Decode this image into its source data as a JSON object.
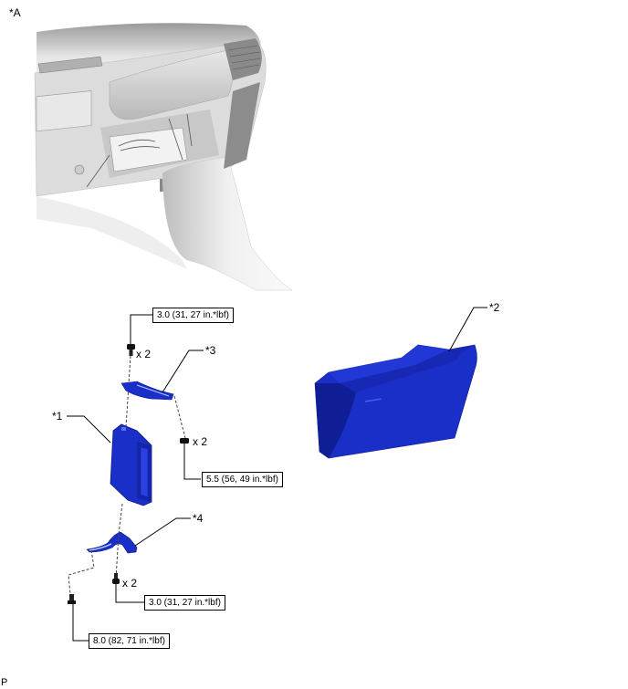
{
  "illustration_label": "*A",
  "footer_code": "P",
  "parts": [
    {
      "id": "*1",
      "name": "ecu-module"
    },
    {
      "id": "*2",
      "name": "glove-box"
    },
    {
      "id": "*3",
      "name": "upper-bracket"
    },
    {
      "id": "*4",
      "name": "lower-bracket"
    }
  ],
  "torques": {
    "upper_bolt": "3.0 (31, 27 in.*lbf)",
    "bracket_nut": "5.5 (56, 49 in.*lbf)",
    "lower_bolt": "3.0 (31, 27 in.*lbf)",
    "single_bolt": "8.0 (82, 71 in.*lbf)"
  },
  "quantities": {
    "upper_bolt": "x 2",
    "bracket_nut": "x 2",
    "lower_bolt": "x 2"
  },
  "colors": {
    "part_blue": "#1a2fc8",
    "part_blue_dark": "#0d1a8a",
    "dash_gray": "#d8d8d8"
  }
}
